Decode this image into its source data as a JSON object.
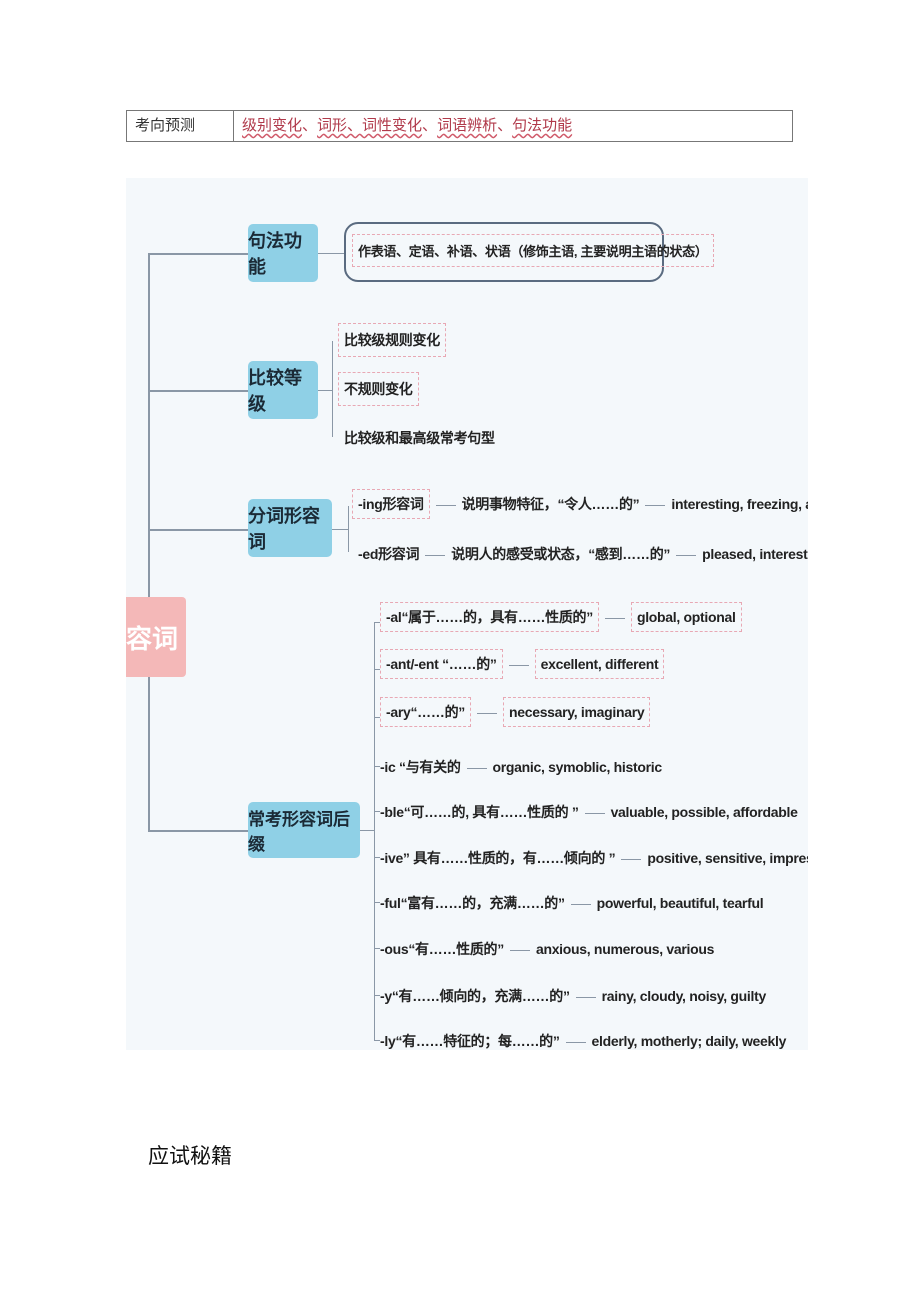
{
  "table": {
    "label": "考向预测",
    "items": [
      "级别变化",
      "词形、词性变化",
      "词语辨析",
      "句法功能"
    ],
    "separator": "、"
  },
  "mindmap": {
    "root": "形容词",
    "branches": [
      {
        "label": "句法功能",
        "children": [
          "作表语、定语、补语、状语（修饰主语, 主要说明主语的状态）"
        ]
      },
      {
        "label": "比较等级",
        "children": [
          "比较级规则变化",
          "不规则变化",
          "比较级和最高级常考句型"
        ]
      },
      {
        "label": "分词形容词",
        "children": [
          {
            "type": "-ing形容词",
            "meaning": "说明事物特征，“令人……的”",
            "examples": "interesting, freezing, alarming"
          },
          {
            "type": "-ed形容词",
            "meaning": "说明人的感受或状态，“感到……的”",
            "examples": "pleased, interested, surprised"
          }
        ]
      },
      {
        "label": "常考形容词后缀",
        "children": [
          {
            "suffix": "-al“属于……的，具有……性质的”",
            "examples": "global, optional"
          },
          {
            "suffix": "-ant/-ent “……的”",
            "examples": "excellent, different"
          },
          {
            "suffix": "-ary“……的”",
            "examples": "necessary, imaginary"
          },
          {
            "suffix": "-ic “与有关的",
            "examples": "organic, symoblic, historic"
          },
          {
            "suffix": "-ble“可……的, 具有……性质的 ”",
            "examples": "valuable, possible, affordable"
          },
          {
            "suffix": "-ive” 具有……性质的，有……倾向的 ”",
            "examples": "positive, sensitive, impressive"
          },
          {
            "suffix": "-ful“富有……的，充满……的”",
            "examples": "powerful, beautiful, tearful"
          },
          {
            "suffix": "-ous“有……性质的”",
            "examples": "anxious, numerous, various"
          },
          {
            "suffix": "-y“有……倾向的，充满……的”",
            "examples": "rainy, cloudy, noisy, guilty"
          },
          {
            "suffix": "-ly“有……特征的；每……的”",
            "examples": "elderly, motherly; daily, weekly"
          }
        ]
      }
    ]
  },
  "heading": "应试秘籍",
  "colors": {
    "branch": "#8fd0e6",
    "root": "#f4b8b8",
    "dashed_border": "#e8a8b4",
    "link": "#b0394a",
    "map_bg": "#f4f8fb"
  }
}
